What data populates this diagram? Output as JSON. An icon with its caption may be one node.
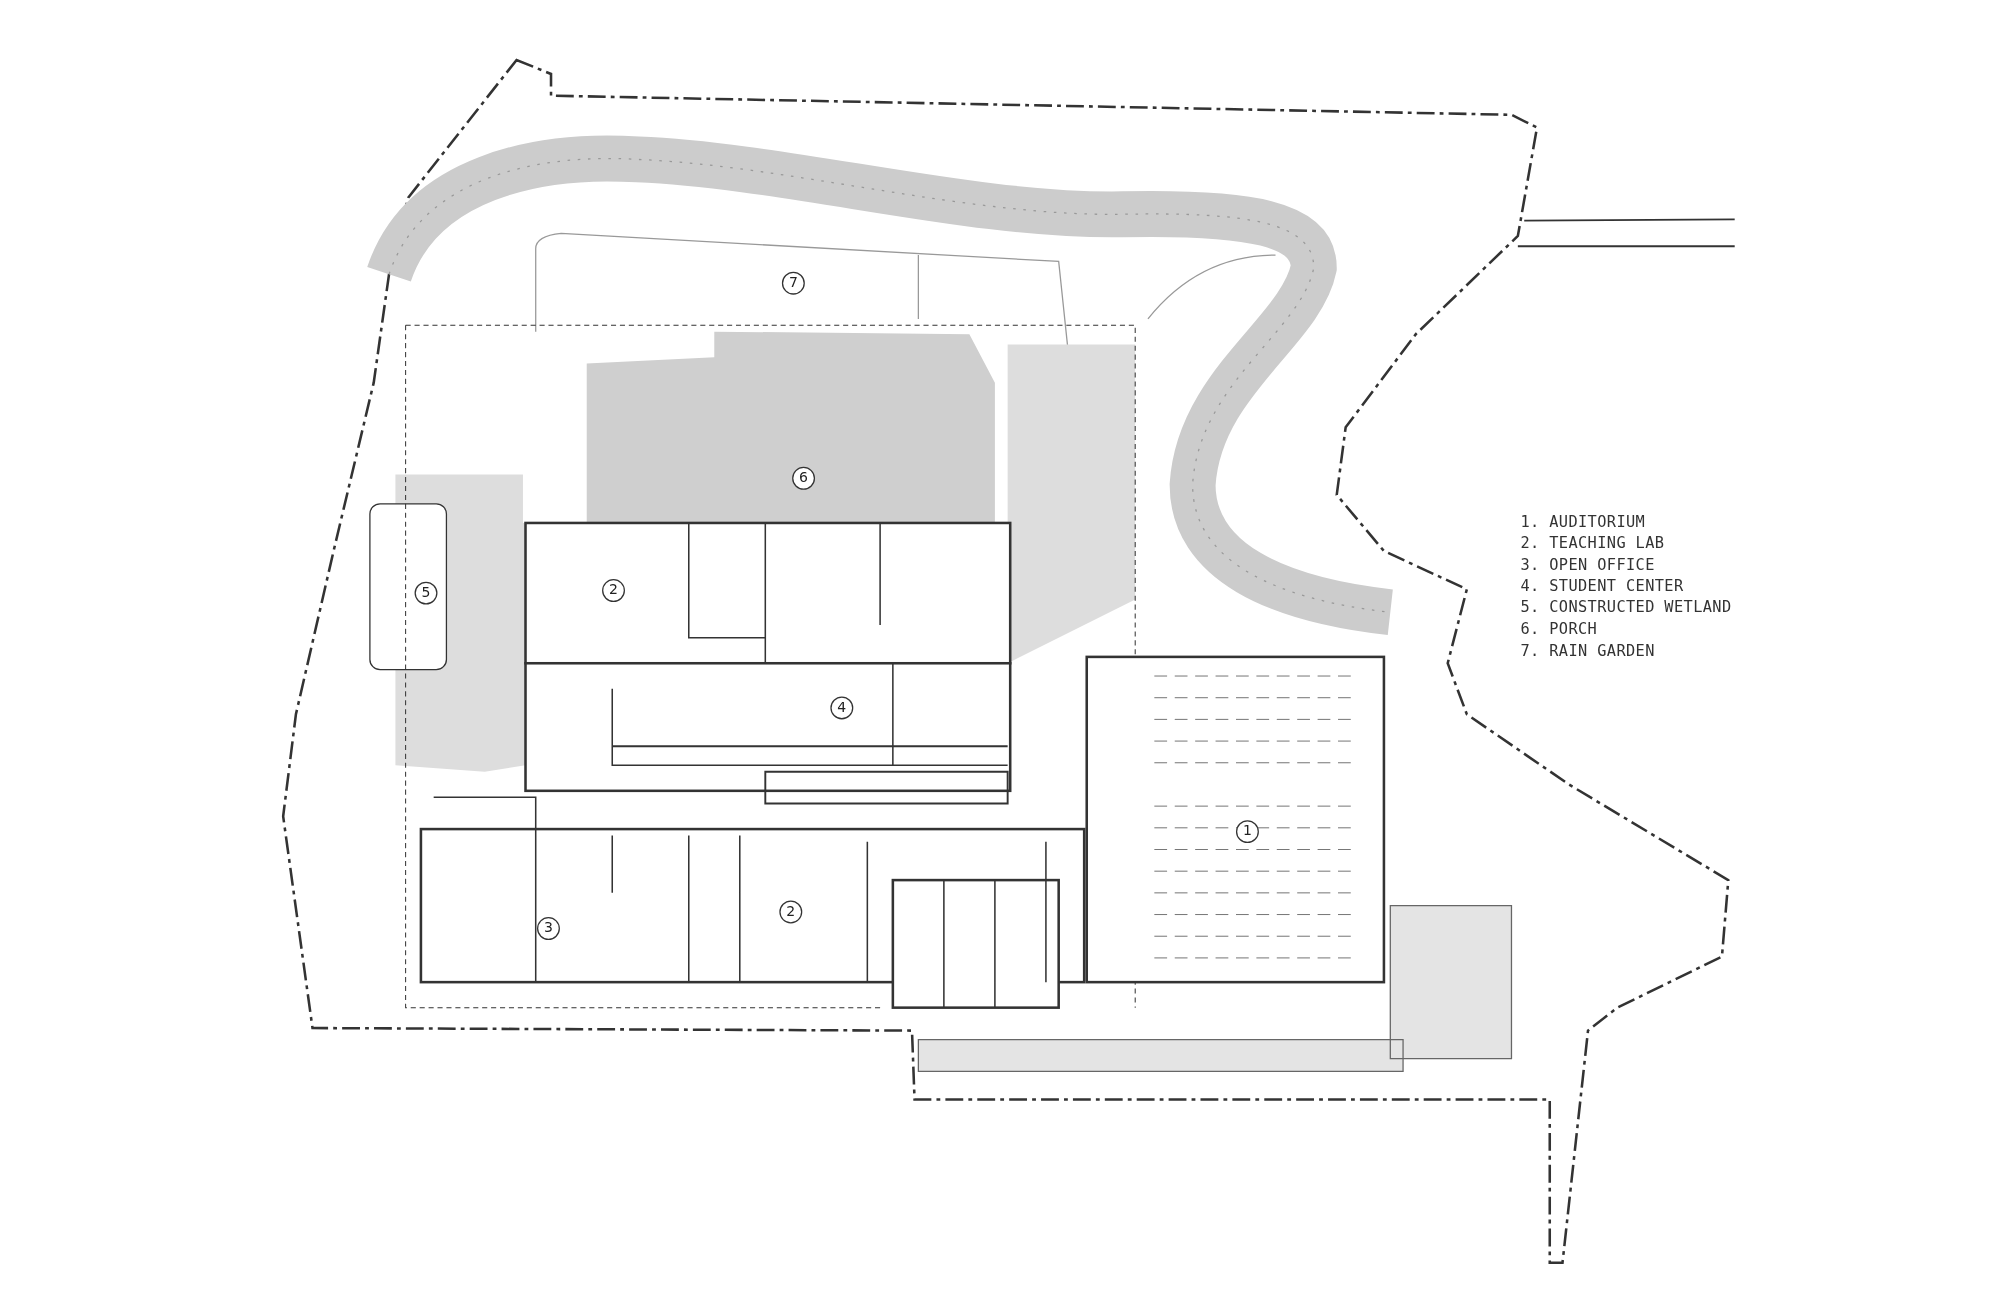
{
  "diagram": {
    "labels": [
      "7",
      "6",
      "2",
      "5",
      "4",
      "1",
      "2",
      "3",
      "1. AUDITORIUM",
      "2. TEACHING LAB",
      "3. OPEN OFFICE",
      "4. STUDENT CENTER",
      "5. CONSTRUCTED WETLAND",
      "6. PORCH",
      "7. RAIN GARDEN"
    ]
  }
}
